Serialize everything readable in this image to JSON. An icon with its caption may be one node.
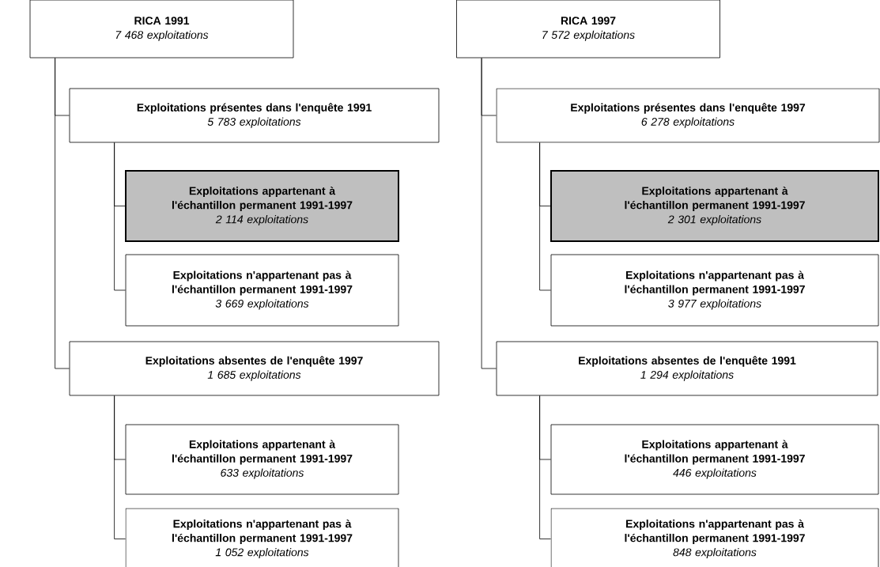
{
  "diagram": {
    "nodes": [
      {
        "text": [
          "RICA 1991",
          "7 468 exploitations"
        ]
      },
      {
        "text": [
          "Exploitations présentes dans l'enquête 1991",
          "5 783 exploitations"
        ]
      },
      {
        "text": [
          "Exploitations appartenant à l'échantillon permanent 1991-1997",
          "2 114 exploitations"
        ]
      },
      {
        "text": [
          "Exploitations n'appartenant pas à l'échantillon permanent 1991-1997",
          "3 669 exploitations"
        ]
      },
      {
        "text": [
          "Exploitations absentes de l'enquête 1997",
          "1 685 exploitations"
        ]
      },
      {
        "text": [
          "Exploitations appartenant à l'échantillon permanent 1991-1997",
          "633 exploitations"
        ]
      },
      {
        "text": [
          "Exploitations n'appartenant pas à l'échantillon permanent 1991-1997",
          "1 052 exploitations"
        ]
      },
      {
        "text": [
          "RICA 1997",
          "7 572 exploitations"
        ]
      },
      {
        "text": [
          "Exploitations présentes dans l'enquête 1997",
          "6 278 exploitations"
        ]
      },
      {
        "text": [
          "Exploitations appartenant à l'échantillon permanent 1991-1997",
          "2 301 exploitations"
        ]
      },
      {
        "text": [
          "Exploitations n'appartenant pas à l'échantillon permanent 1991-1997",
          "3 977 exploitations"
        ]
      },
      {
        "text": [
          "Exploitations absentes de l'enquête 1991",
          "1 294 exploitations"
        ]
      },
      {
        "text": [
          "Exploitations appartenant à l'échantillon permanent 1991-1997",
          "446 exploitations"
        ]
      },
      {
        "text": [
          "Exploitations n'appartenant pas à l'échantillon permanent 1991-1997",
          "848 exploitations"
        ]
      }
    ],
    "edges": [
      {
        "from": 0,
        "to": 1,
        "arrow": "none"
      },
      {
        "from": 0,
        "to": 4,
        "arrow": "none"
      },
      {
        "from": 1,
        "to": 2,
        "arrow": "none"
      },
      {
        "from": 1,
        "to": 3,
        "arrow": "none"
      },
      {
        "from": 4,
        "to": 5,
        "arrow": "none"
      },
      {
        "from": 4,
        "to": 6,
        "arrow": "none"
      },
      {
        "from": 7,
        "to": 8,
        "arrow": "none"
      },
      {
        "from": 7,
        "to": 11,
        "arrow": "none"
      },
      {
        "from": 8,
        "to": 9,
        "arrow": "none"
      },
      {
        "from": 8,
        "to": 10,
        "arrow": "none"
      },
      {
        "from": 11,
        "to": 12,
        "arrow": "none"
      },
      {
        "from": 11,
        "to": 13,
        "arrow": "none"
      }
    ]
  }
}
